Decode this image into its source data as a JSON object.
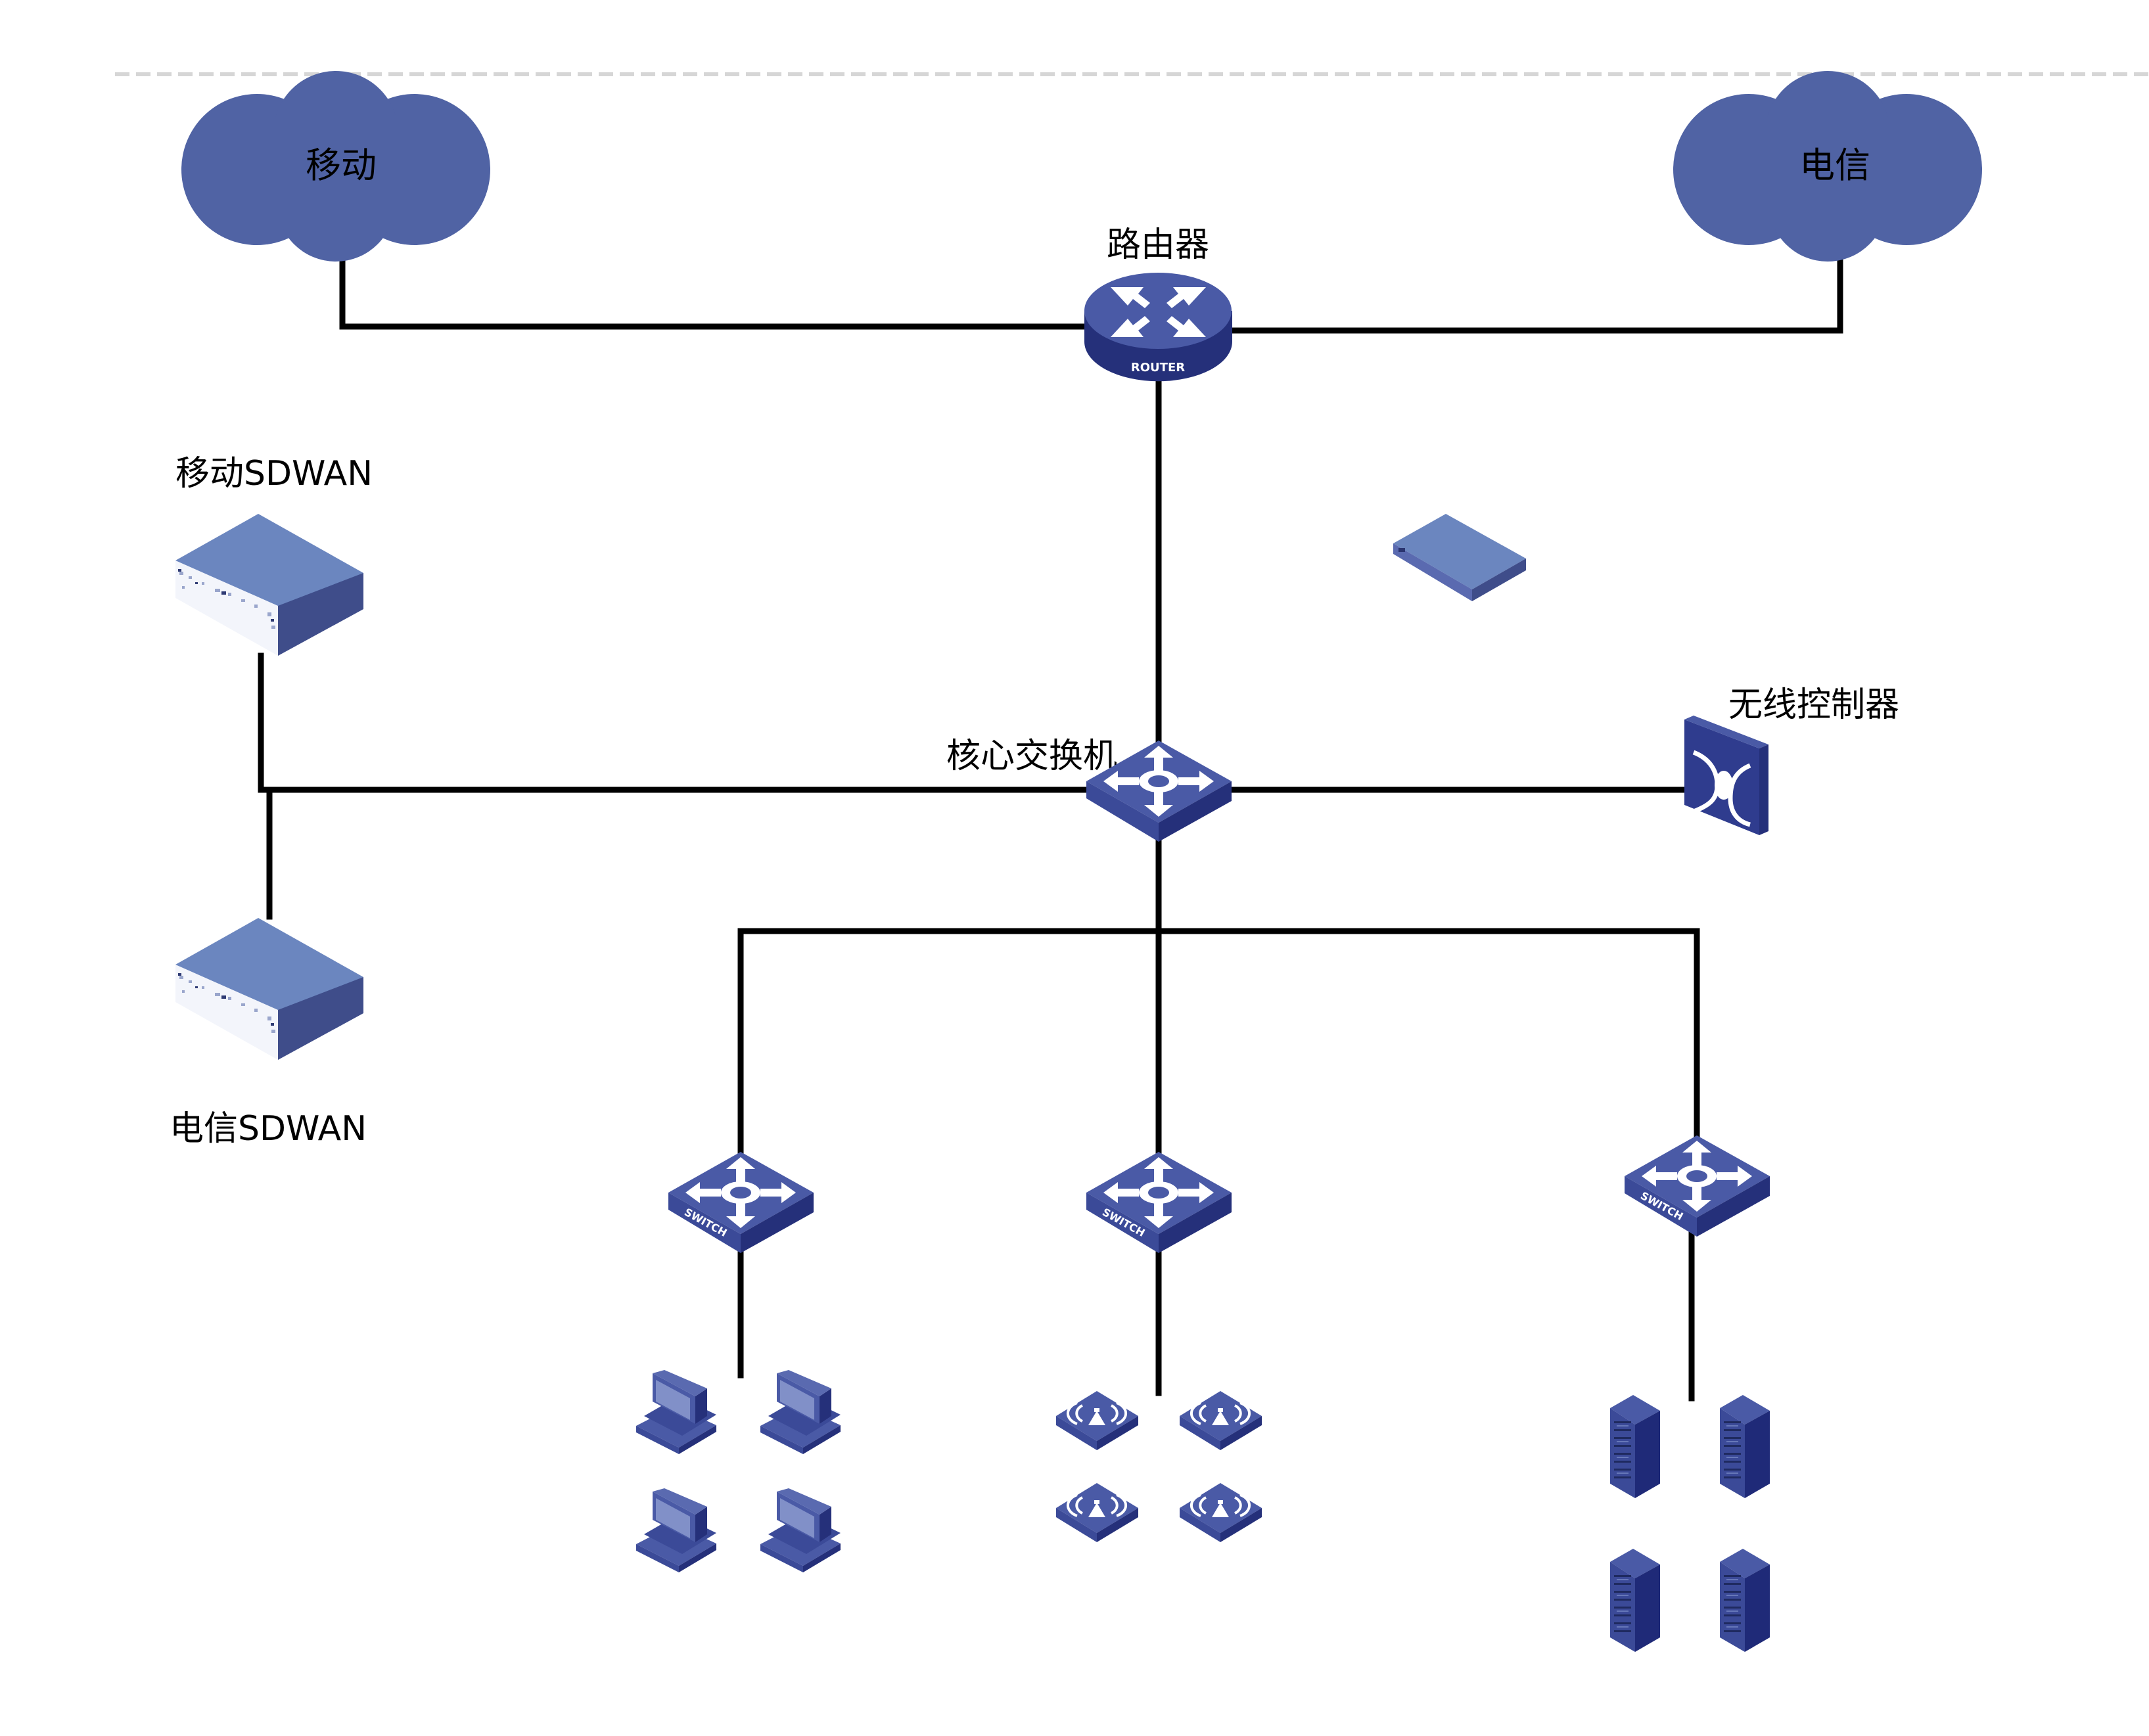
{
  "diagram": {
    "type": "network-topology",
    "colors": {
      "cloud": "#5063a4",
      "device_top": "#6b86bf",
      "device_side_dark": "#3f4d8a",
      "icon_blue": "#4a5aa6",
      "icon_dark": "#25307a",
      "link": "#000000",
      "guide_line": "#d6d6d6"
    },
    "clouds": [
      {
        "id": "isp-mobile",
        "label": "移动"
      },
      {
        "id": "isp-telecom",
        "label": "电信"
      }
    ],
    "router": {
      "label": "路由器",
      "badge": "ROUTER"
    },
    "core_switch": {
      "label": "核心交换机"
    },
    "sdwan": [
      {
        "id": "sdwan-mobile",
        "label": "移动SDWAN"
      },
      {
        "id": "sdwan-telecom",
        "label": "电信SDWAN"
      }
    ],
    "unlabeled_device": {
      "icon": "appliance-icon"
    },
    "wireless_controller": {
      "label": "无线控制器"
    },
    "access_switches": [
      {
        "badge": "SWITCH",
        "endpoints": "pc",
        "count": 4
      },
      {
        "badge": "SWITCH",
        "endpoints": "access-point",
        "count": 4
      },
      {
        "badge": "SWITCH",
        "endpoints": "server",
        "count": 4
      }
    ],
    "links": [
      [
        "isp-mobile",
        "router"
      ],
      [
        "isp-telecom",
        "router"
      ],
      [
        "router",
        "core-switch"
      ],
      [
        "core-switch",
        "sdwan-mobile"
      ],
      [
        "core-switch",
        "sdwan-telecom"
      ],
      [
        "core-switch",
        "wireless-controller"
      ],
      [
        "core-switch",
        "access-switch-1"
      ],
      [
        "core-switch",
        "access-switch-2"
      ],
      [
        "core-switch",
        "access-switch-3"
      ]
    ]
  }
}
